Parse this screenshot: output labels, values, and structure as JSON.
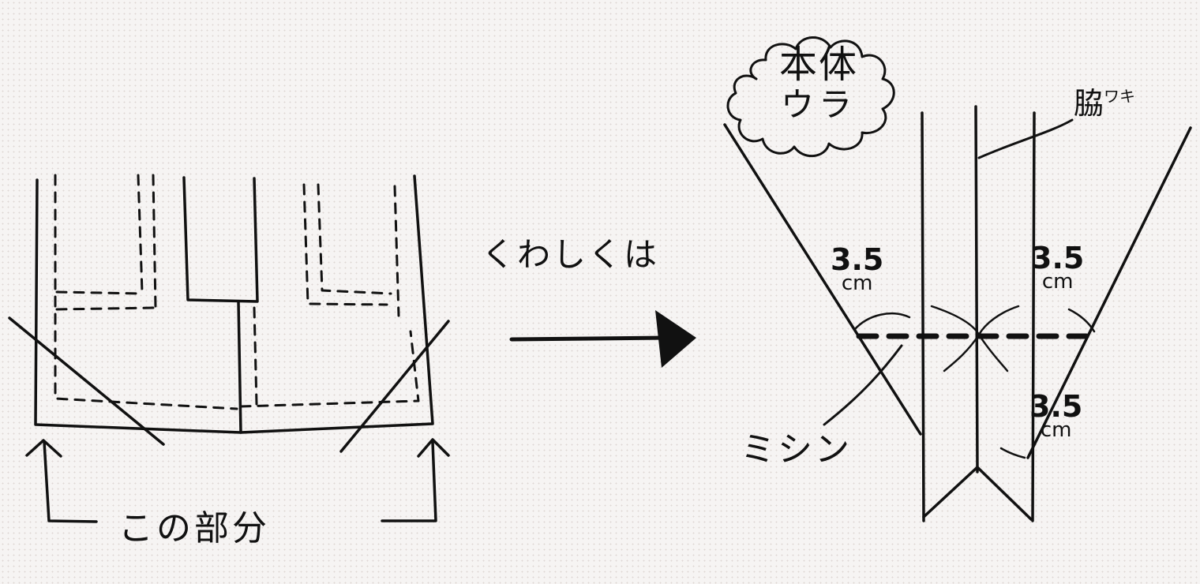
{
  "left_panel": {
    "caption": "この部分"
  },
  "arrow_label": "くわしくは",
  "right_panel": {
    "cloud_line1": "本体",
    "cloud_line2": "ウラ",
    "side_label": "脇",
    "side_ruby": "ワキ",
    "stitch_label": "ミシン",
    "measurements": [
      {
        "value": "3.5",
        "unit": "cm"
      },
      {
        "value": "3.5",
        "unit": "cm"
      },
      {
        "value": "3.5",
        "unit": "cm"
      }
    ]
  }
}
